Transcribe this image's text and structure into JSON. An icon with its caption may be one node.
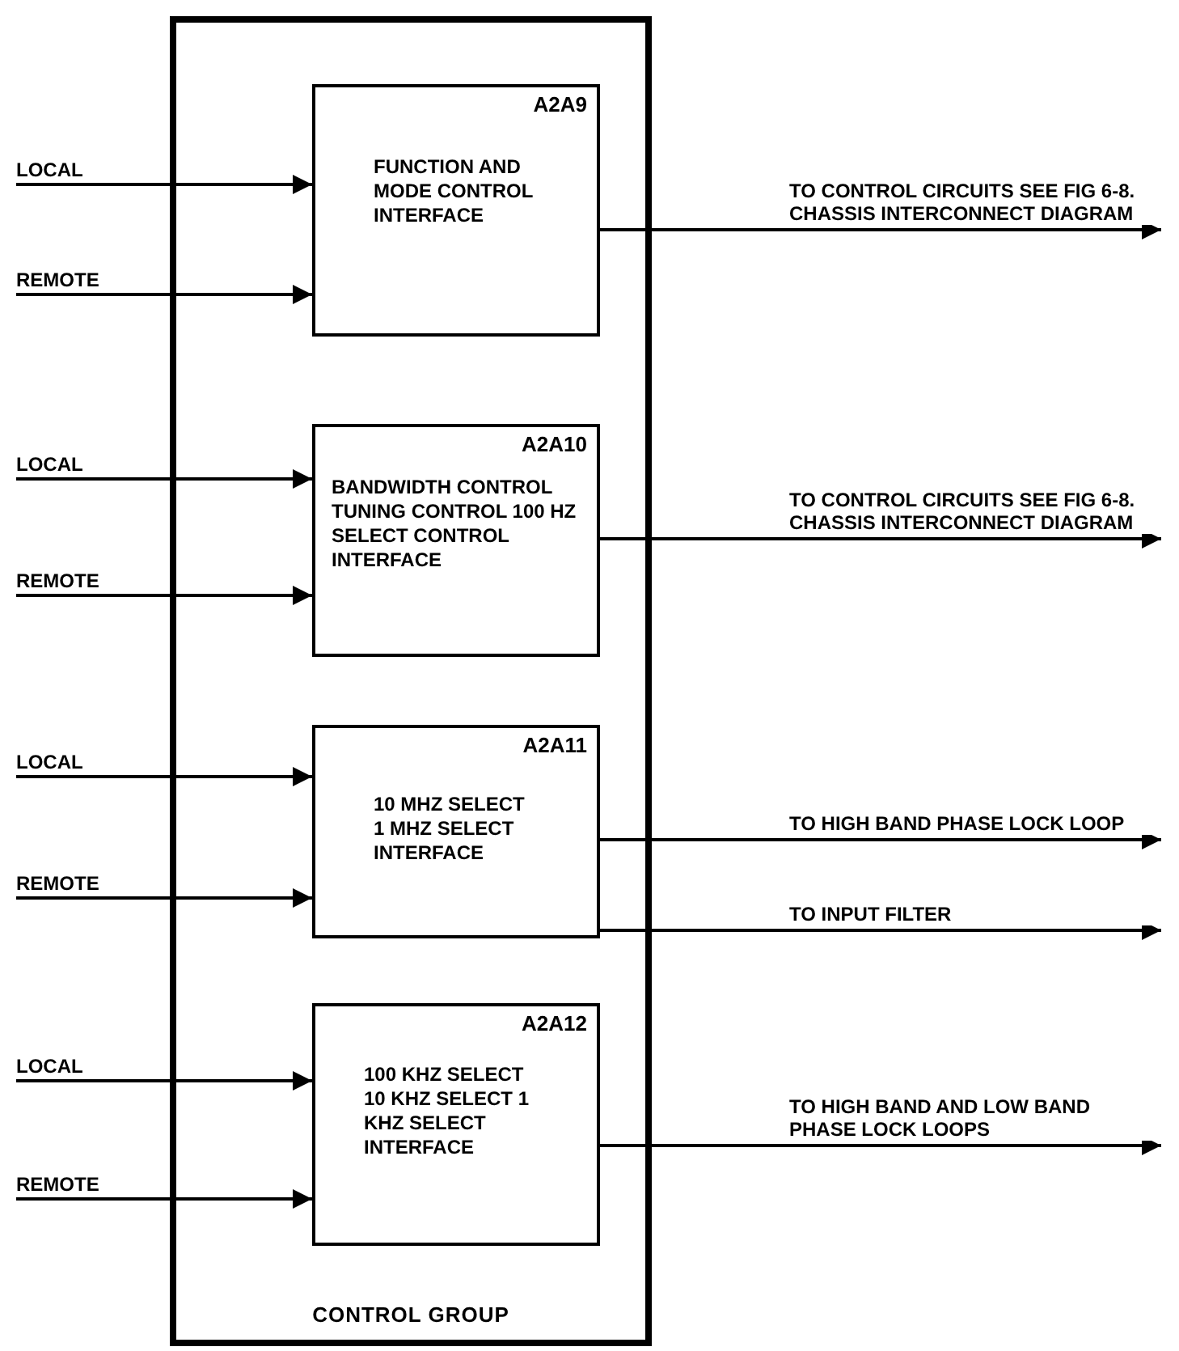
{
  "diagram": {
    "nodes": [
      {
        "text": [
          "CONTROL GROUP"
        ]
      },
      {
        "text": [
          "LOCAL"
        ]
      },
      {
        "text": [
          "REMOTE"
        ]
      },
      {
        "text": [
          "A2A9",
          "FUNCTION AND MODE CONTROL INTERFACE"
        ],
        "in": 0
      },
      {
        "text": [
          "LOCAL"
        ]
      },
      {
        "text": [
          "REMOTE"
        ]
      },
      {
        "text": [
          "A2A10",
          "BANDWIDTH CONTROL TUNING CONTROL 100 HZ SELECT CONTROL INTERFACE"
        ],
        "in": 0
      },
      {
        "text": [
          "LOCAL"
        ]
      },
      {
        "text": [
          "REMOTE"
        ]
      },
      {
        "text": [
          "A2A11",
          "10 MHZ SELECT 1 MHZ SELECT INTERFACE"
        ],
        "in": 0
      },
      {
        "text": [
          "LOCAL"
        ]
      },
      {
        "text": [
          "REMOTE"
        ]
      },
      {
        "text": [
          "A2A12",
          "100 KHZ SELECT 10 KHZ SELECT 1 KHZ SELECT INTERFACE"
        ],
        "in": 0
      }
    ],
    "edges": [
      {
        "from": 1,
        "to": 3,
        "arrow": "to"
      },
      {
        "from": 2,
        "to": 3,
        "arrow": "to"
      },
      {
        "from": 3,
        "to": null,
        "arrow": "to",
        "label": "TO CONTROL CIRCUITS SEE FIG 6-8. CHASSIS INTERCONNECT DIAGRAM"
      },
      {
        "from": 4,
        "to": 6,
        "arrow": "to"
      },
      {
        "from": 5,
        "to": 6,
        "arrow": "to"
      },
      {
        "from": 6,
        "to": null,
        "arrow": "to",
        "label": "TO CONTROL CIRCUITS SEE FIG 6-8. CHASSIS INTERCONNECT DIAGRAM"
      },
      {
        "from": 7,
        "to": 9,
        "arrow": "to"
      },
      {
        "from": 8,
        "to": 9,
        "arrow": "to"
      },
      {
        "from": 9,
        "to": null,
        "arrow": "to",
        "label": "TO HIGH BAND PHASE LOCK LOOP"
      },
      {
        "from": 9,
        "to": null,
        "arrow": "to",
        "label": "TO INPUT FILTER"
      },
      {
        "from": 10,
        "to": 12,
        "arrow": "to"
      },
      {
        "from": 11,
        "to": 12,
        "arrow": "to"
      },
      {
        "from": 12,
        "to": null,
        "arrow": "to",
        "label": "TO HIGH BAND AND LOW BAND PHASE LOCK LOOPS"
      }
    ]
  }
}
